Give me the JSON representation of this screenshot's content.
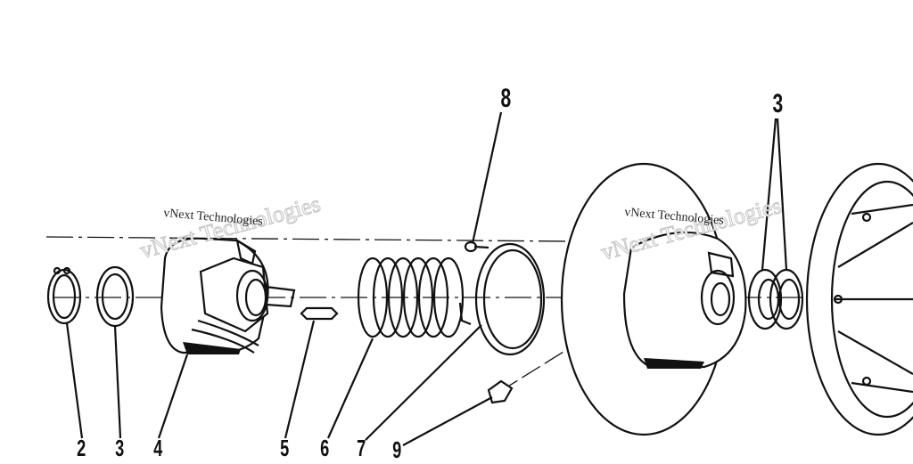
{
  "callouts": {
    "c2": "2",
    "c3_left": "3",
    "c4": "4",
    "c5": "5",
    "c6": "6",
    "c7": "7",
    "c8": "8",
    "c9": "9",
    "c3_right": "3"
  },
  "watermark": {
    "left_large": "vNext Technologies",
    "left_small": "vNext Technologies",
    "right_large": "vNext Technologies",
    "right_small": "vNext Technologies"
  }
}
